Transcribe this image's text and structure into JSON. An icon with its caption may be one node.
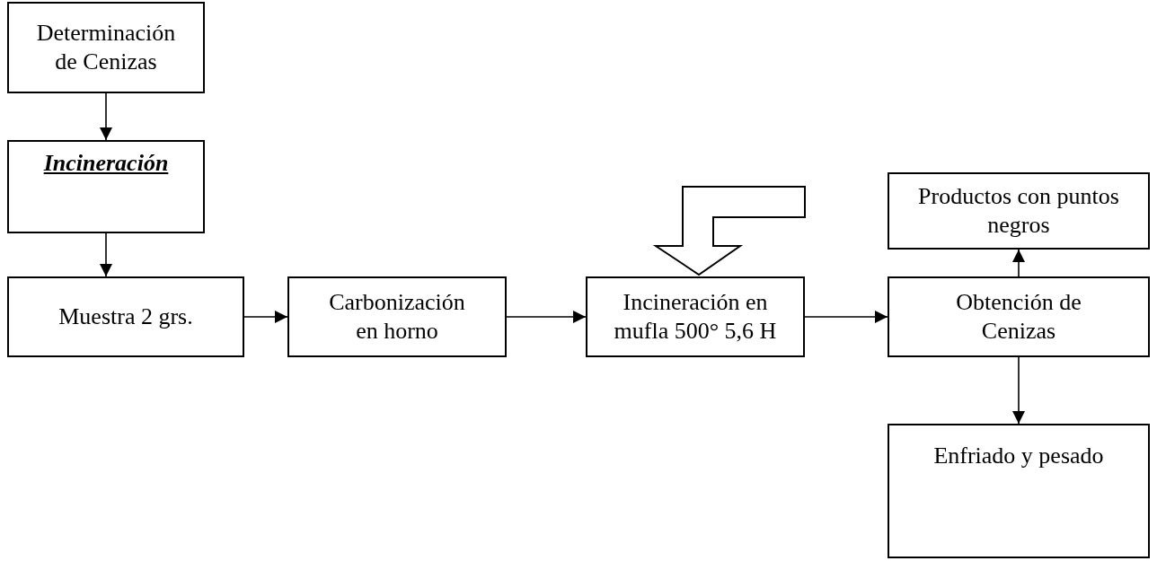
{
  "diagram": {
    "nodes": [
      {
        "text": [
          "Determinación de Cenizas"
        ]
      },
      {
        "text": [
          "Incineración"
        ]
      },
      {
        "text": [
          "Muestra 2 grs."
        ]
      },
      {
        "text": [
          "Carbonización en horno"
        ]
      },
      {
        "text": [
          "Incineración en mufla 500° 5,6 H"
        ]
      },
      {
        "text": [
          "Productos con puntos negros"
        ]
      },
      {
        "text": [
          "Obtención de Cenizas"
        ]
      },
      {
        "text": [
          "Enfriado y pesado"
        ]
      }
    ],
    "edges": [
      {
        "from": 0,
        "to": 1,
        "arrow": "to"
      },
      {
        "from": 1,
        "to": 2,
        "arrow": "to"
      },
      {
        "from": 2,
        "to": 3,
        "arrow": "to"
      },
      {
        "from": 3,
        "to": 4,
        "arrow": "to"
      },
      {
        "from": 4,
        "to": 6,
        "arrow": "to"
      },
      {
        "from": 6,
        "to": 5,
        "arrow": "to"
      },
      {
        "from": 6,
        "to": 7,
        "arrow": "to"
      },
      {
        "from": null,
        "to": 4,
        "arrow": "to",
        "style": "thick"
      }
    ]
  }
}
